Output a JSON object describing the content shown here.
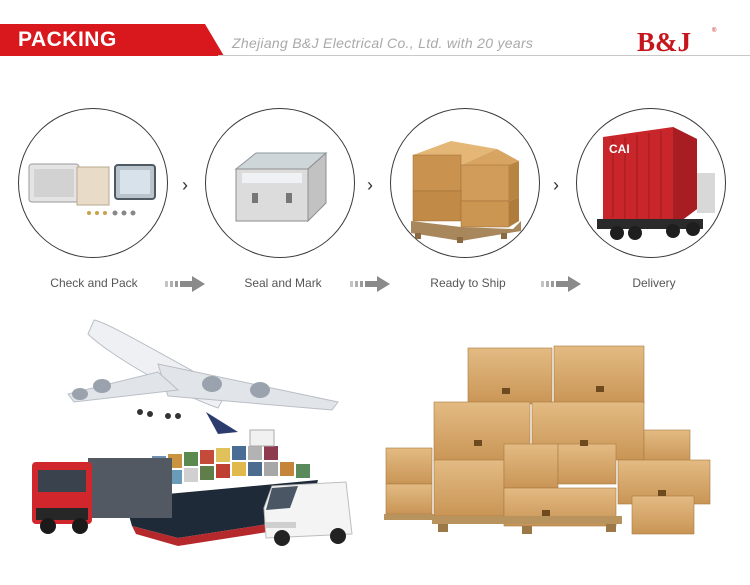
{
  "header": {
    "title": "PACKING",
    "tagline": "Zhejiang B&J Electrical Co., Ltd. with 20 years",
    "brand": "B&J",
    "brand_mark": "®",
    "accent_color": "#d9181d"
  },
  "steps": [
    {
      "label": "Check and Pack",
      "icon": "enclosure-parts-icon"
    },
    {
      "label": "Seal and Mark",
      "icon": "sealed-enclosure-icon"
    },
    {
      "label": "Ready to Ship",
      "icon": "pallet-boxes-icon"
    },
    {
      "label": "Delivery",
      "icon": "container-truck-icon"
    }
  ],
  "container_text": "CAI"
}
